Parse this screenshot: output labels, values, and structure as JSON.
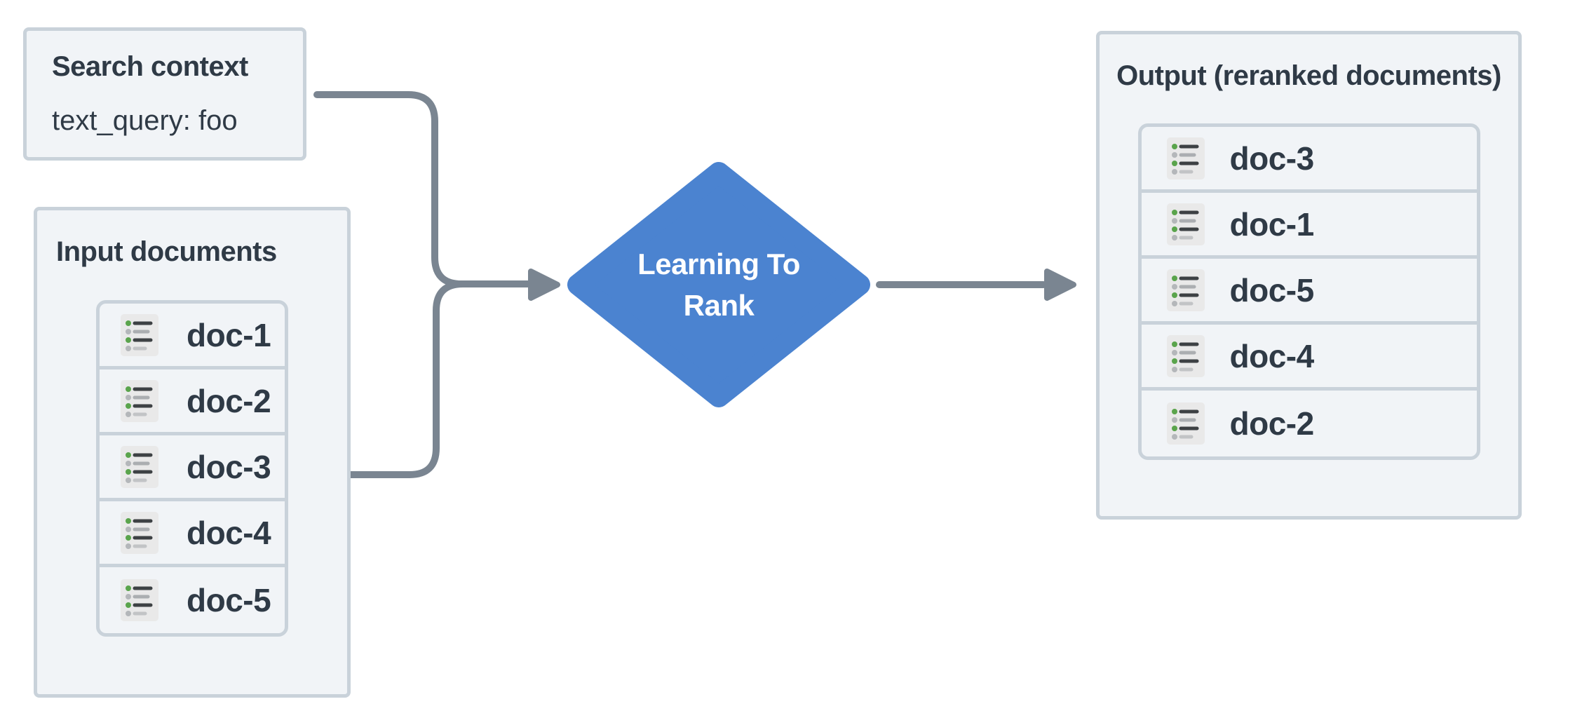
{
  "palette": {
    "panel-bg": "#f1f4f7",
    "panel-border": "#c9d2da",
    "ink": "#2f3a46",
    "accent-blue": "#4b83d0",
    "connector": "#7a8591",
    "icon-bg": "#e9e9e9",
    "icon-line-dark": "#3d4144",
    "icon-line-gray": "#abaeb1",
    "icon-line-light": "#c2c4c6",
    "icon-dot-green": "#5aa44c",
    "icon-dot-gray": "#b4b7ba"
  },
  "search_context": {
    "title": "Search context",
    "body": "text_query: foo"
  },
  "input_documents": {
    "title": "Input documents",
    "docs": [
      "doc-1",
      "doc-2",
      "doc-3",
      "doc-4",
      "doc-5"
    ]
  },
  "process": {
    "label_line1": "Learning To",
    "label_line2": "Rank"
  },
  "output": {
    "title": "Output (reranked documents)",
    "docs": [
      "doc-3",
      "doc-1",
      "doc-5",
      "doc-4",
      "doc-2"
    ]
  }
}
